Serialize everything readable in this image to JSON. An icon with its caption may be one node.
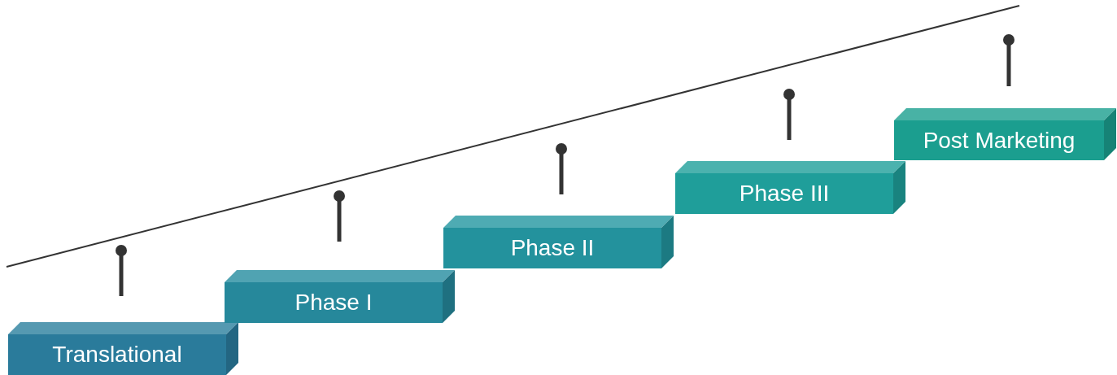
{
  "diagram": {
    "nodes": [
      {
        "text": [
          "Translational"
        ]
      },
      {
        "text": [
          "Phase I"
        ]
      },
      {
        "text": [
          "Phase II"
        ]
      },
      {
        "text": [
          "Phase III"
        ]
      },
      {
        "text": [
          "Post Marketing"
        ]
      }
    ]
  }
}
